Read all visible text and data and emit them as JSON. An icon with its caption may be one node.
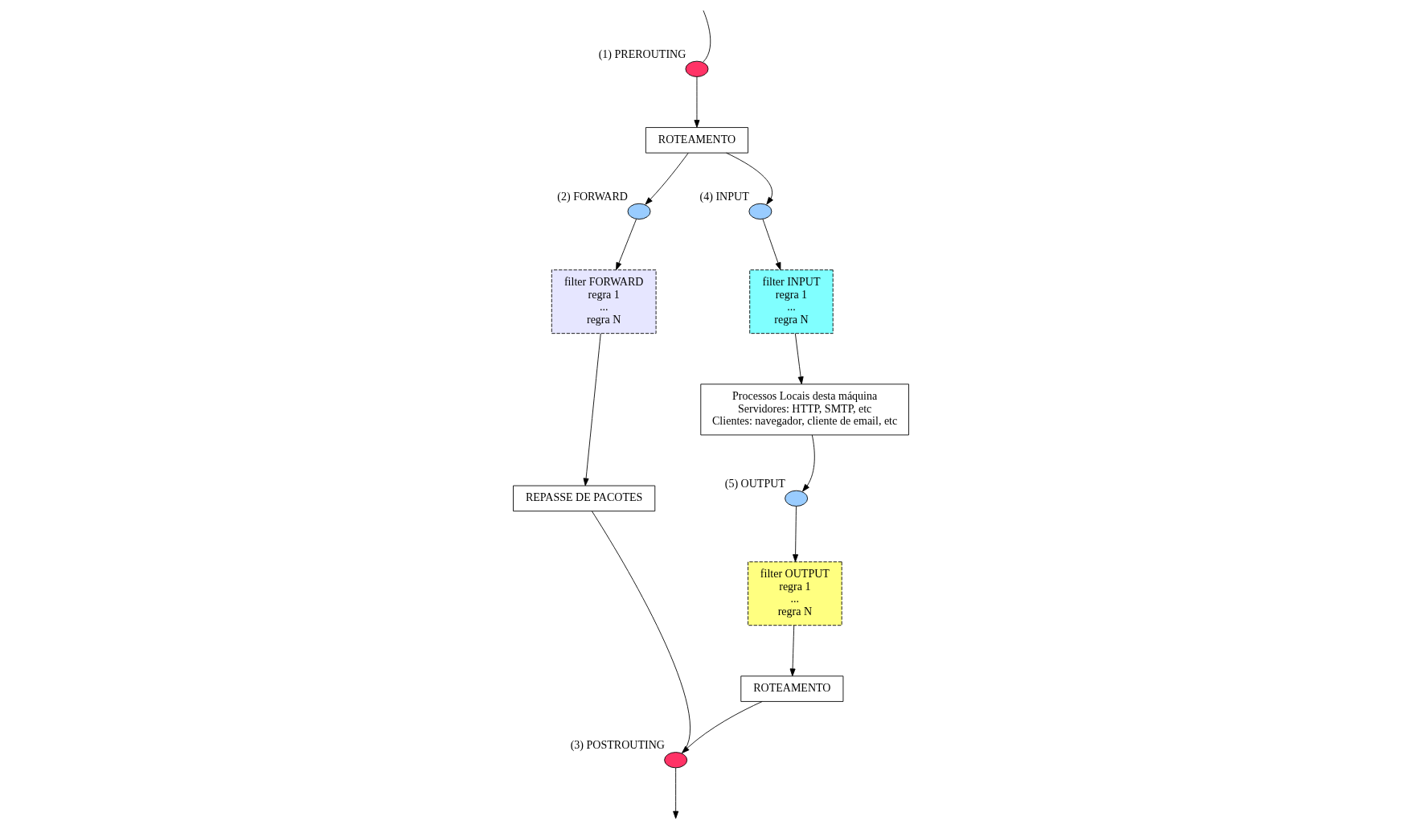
{
  "diagram": {
    "nodes": [
      {
        "text": [],
        "shape": "circle",
        "beside": [
          "(1) PREROUTING"
        ]
      },
      {
        "text": [
          "ROTEAMENTO"
        ]
      },
      {
        "text": [],
        "shape": "circle",
        "beside": [
          "(2) FORWARD"
        ]
      },
      {
        "text": [
          "filter FORWARD",
          "regra 1",
          "...",
          "regra N"
        ]
      },
      {
        "text": [
          "REPASSE DE PACOTES"
        ]
      },
      {
        "text": [],
        "shape": "circle",
        "beside": [
          "(3) POSTROUTING"
        ]
      },
      {
        "text": [
          "ROTEAMENTO"
        ]
      },
      {
        "text": [],
        "shape": "circle",
        "beside": [
          "(4) INPUT"
        ]
      },
      {
        "text": [
          "filter INPUT",
          "regra 1",
          "...",
          "regra N"
        ]
      },
      {
        "text": [],
        "shape": "circle",
        "beside": [
          "(5) OUTPUT"
        ]
      },
      {
        "text": [
          "filter OUTPUT",
          "regra 1",
          "...",
          "regra N"
        ]
      },
      {
        "text": [
          "Processos Locais desta máquina",
          "Servidores: HTTP, SMTP, etc",
          "Clientes: navegador, cliente de email, etc"
        ]
      }
    ],
    "edges": [
      {
        "from": null,
        "to": 0,
        "arrow": "none"
      },
      {
        "from": 0,
        "to": 1,
        "arrow": "to"
      },
      {
        "from": 1,
        "to": 2,
        "arrow": "to"
      },
      {
        "from": 2,
        "to": 3,
        "arrow": "to"
      },
      {
        "from": 3,
        "to": 4,
        "arrow": "to"
      },
      {
        "from": 4,
        "to": 5,
        "arrow": "none"
      },
      {
        "from": 5,
        "to": null,
        "arrow": "to"
      },
      {
        "from": 6,
        "to": 5,
        "arrow": "to"
      },
      {
        "from": 1,
        "to": 7,
        "arrow": "to"
      },
      {
        "from": 7,
        "to": 8,
        "arrow": "to"
      },
      {
        "from": 8,
        "to": 11,
        "arrow": "to"
      },
      {
        "from": 11,
        "to": 9,
        "arrow": "to"
      },
      {
        "from": 9,
        "to": 10,
        "arrow": "to"
      },
      {
        "from": 10,
        "to": 6,
        "arrow": "to"
      }
    ]
  }
}
